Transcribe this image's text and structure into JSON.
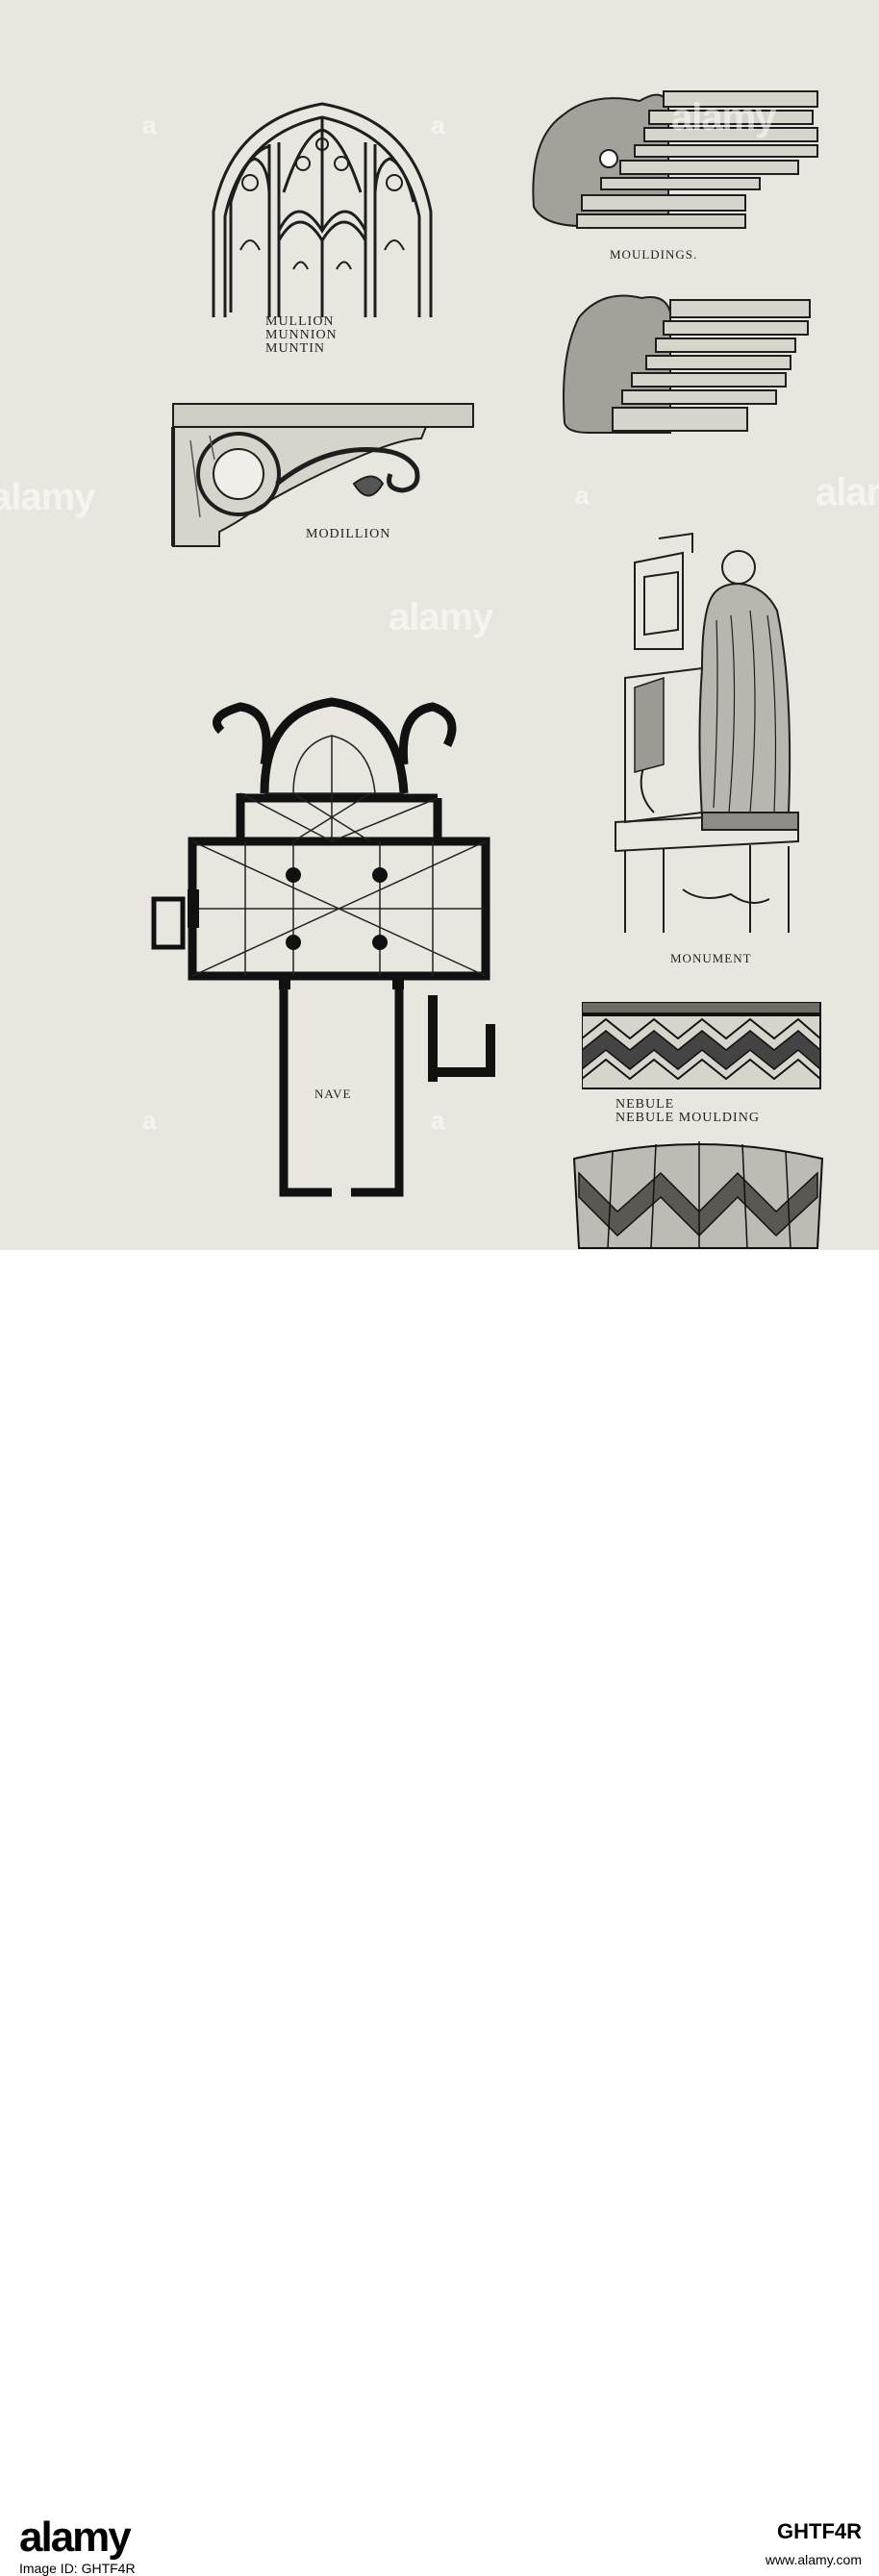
{
  "captions": {
    "mullion": [
      "MULLION",
      "MUNNION",
      "MUNTIN"
    ],
    "mouldings": "MOULDINGS.",
    "modillion": "MODILLION",
    "monument": "MONUMENT",
    "nave": "NAVE",
    "nebule": [
      "NEBULE",
      "NEBULE MOULDING"
    ]
  },
  "watermark": {
    "text": "alamy",
    "small": "a"
  },
  "footer": {
    "logo": "alamy",
    "image_id": "Image ID: GHTF4R",
    "code": "GHTF4R",
    "site": "www.alamy.com"
  },
  "colors": {
    "paper": "#e8e7df",
    "ink": "#222222",
    "footer_bg": "#ffffff"
  }
}
